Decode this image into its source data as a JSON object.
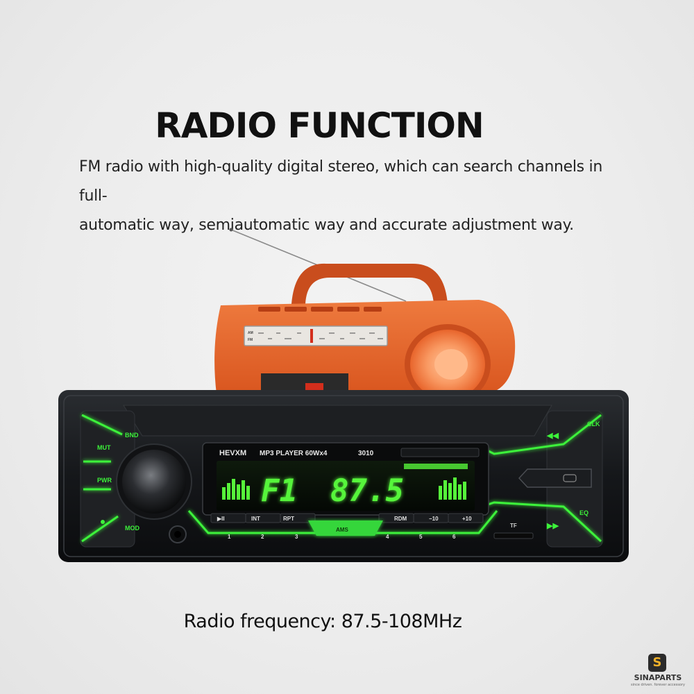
{
  "heading": "RADIO FUNCTION",
  "description": {
    "line1": "FM radio with high-quality digital stereo, which can search channels in full-",
    "line2": "automatic way, semiautomatic way and accurate adjustment way."
  },
  "frequency_text": "Radio frequency: 87.5-108MHz",
  "boombox": {
    "band_labels": [
      "AM",
      "FM"
    ],
    "body_color": "#e2622a",
    "handle_color": "#c94d1d"
  },
  "head_unit": {
    "brand": "HEVXM",
    "model_text": "MP3 PLAYER 60Wx4",
    "model_number": "3010",
    "display": {
      "band": "F1",
      "frequency": "87.5"
    },
    "left_buttons": [
      "BND",
      "MUT",
      "PWR",
      "MOD"
    ],
    "right_buttons": [
      "CLK",
      "EQ"
    ],
    "top_row_buttons": [
      "▶II",
      "INT",
      "RPT",
      "RDM",
      "−10",
      "+10"
    ],
    "preset_numbers": [
      "1",
      "2",
      "3",
      "4",
      "5",
      "6"
    ],
    "center_button": "AMS",
    "slot_label": "TF",
    "glow_color": "#3cf23a",
    "display_color": "#56f53a"
  },
  "logo": {
    "symbol": "S",
    "name": "SINAPARTS",
    "tagline": "since driven. forever accessory"
  }
}
